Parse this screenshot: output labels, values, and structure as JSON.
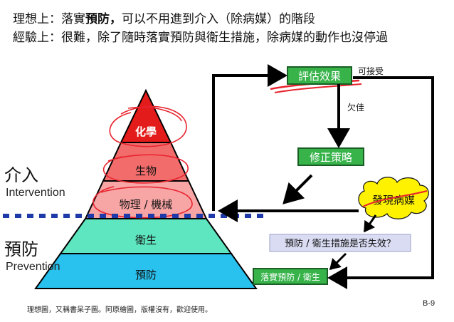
{
  "header": {
    "line1_prefix": "理想上：落實",
    "line1_bold": "預防，",
    "line1_suffix": "可以不用進到介入（除病媒）的階段",
    "line2": "經驗上：很難，除了隨時落實預防與衛生措施，除病媒的動作也沒停過"
  },
  "pyramid": {
    "levels": [
      "化學",
      "生物",
      "物理 / 機械",
      "衛生",
      "預防"
    ],
    "colors": [
      "#e31b1b",
      "#f26c6c",
      "#f7a5a5",
      "#5ee6c0",
      "#29c1ee"
    ]
  },
  "side_labels": {
    "intervention_zh": "介入",
    "intervention_en": "Intervention",
    "prevention_zh": "預防",
    "prevention_en": "Prevention"
  },
  "flow": {
    "evaluate": "評估效果",
    "acceptable": "可接受",
    "inadequate": "欠佳",
    "correct": "修正策略",
    "found_vectors": "發現病媒",
    "failure_question": "預防 / 衛生措施是否失效？",
    "implement": "落實預防 / 衛生"
  },
  "footer": "理想圖，又稱書呆子圖。阿原繪圖，版權沒有，歡迎使用。",
  "page_number": "B-9"
}
